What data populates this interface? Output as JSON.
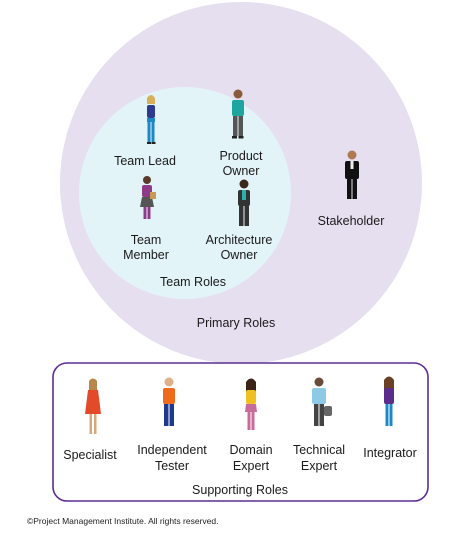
{
  "diagram": {
    "team_roles": {
      "title": "Team Roles",
      "roles": [
        {
          "id": "team-lead",
          "lines": [
            "Team Lead"
          ]
        },
        {
          "id": "product-owner",
          "lines": [
            "Product",
            "Owner"
          ]
        },
        {
          "id": "team-member",
          "lines": [
            "Team",
            "Member"
          ]
        },
        {
          "id": "architecture-owner",
          "lines": [
            "Architecture",
            "Owner"
          ]
        }
      ]
    },
    "primary_roles": {
      "title": "Primary Roles",
      "roles": [
        {
          "id": "stakeholder",
          "lines": [
            "Stakeholder"
          ]
        }
      ]
    },
    "supporting_roles": {
      "title": "Supporting Roles",
      "roles": [
        {
          "id": "specialist",
          "lines": [
            "Specialist"
          ]
        },
        {
          "id": "independent-tester",
          "lines": [
            "Independent",
            "Tester"
          ]
        },
        {
          "id": "domain-expert",
          "lines": [
            "Domain",
            "Expert"
          ]
        },
        {
          "id": "technical-expert",
          "lines": [
            "Technical",
            "Expert"
          ]
        },
        {
          "id": "integrator",
          "lines": [
            "Integrator"
          ]
        }
      ]
    },
    "copyright": "©Project Management Institute. All rights reserved.",
    "colors": {
      "outer_circle": "#e6dff0",
      "inner_circle": "#e3f4f8",
      "box_border": "#5c2d91"
    }
  }
}
